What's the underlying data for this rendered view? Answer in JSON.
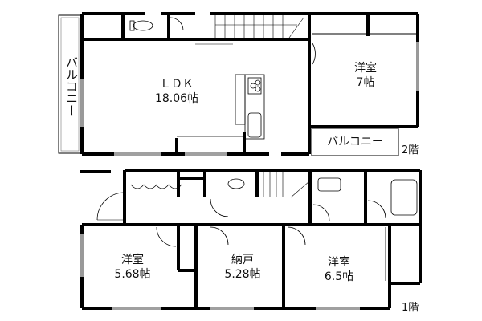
{
  "floors": {
    "second": {
      "label": "2階",
      "rooms": {
        "ldk": {
          "name": "ＬＤＫ",
          "size": "18.06帖"
        },
        "western": {
          "name": "洋室",
          "size": "7帖"
        },
        "balcony_left": {
          "name": "バルコニー"
        },
        "balcony_right": {
          "name": "バルコニー"
        }
      }
    },
    "first": {
      "label": "1階",
      "rooms": {
        "western_left": {
          "name": "洋室",
          "size": "5.68帖"
        },
        "storage": {
          "name": "納戸",
          "size": "5.28帖"
        },
        "western_right": {
          "name": "洋室",
          "size": "6.5帖"
        }
      }
    }
  },
  "colors": {
    "wall": "#000000",
    "line": "#555555",
    "background": "#ffffff"
  }
}
